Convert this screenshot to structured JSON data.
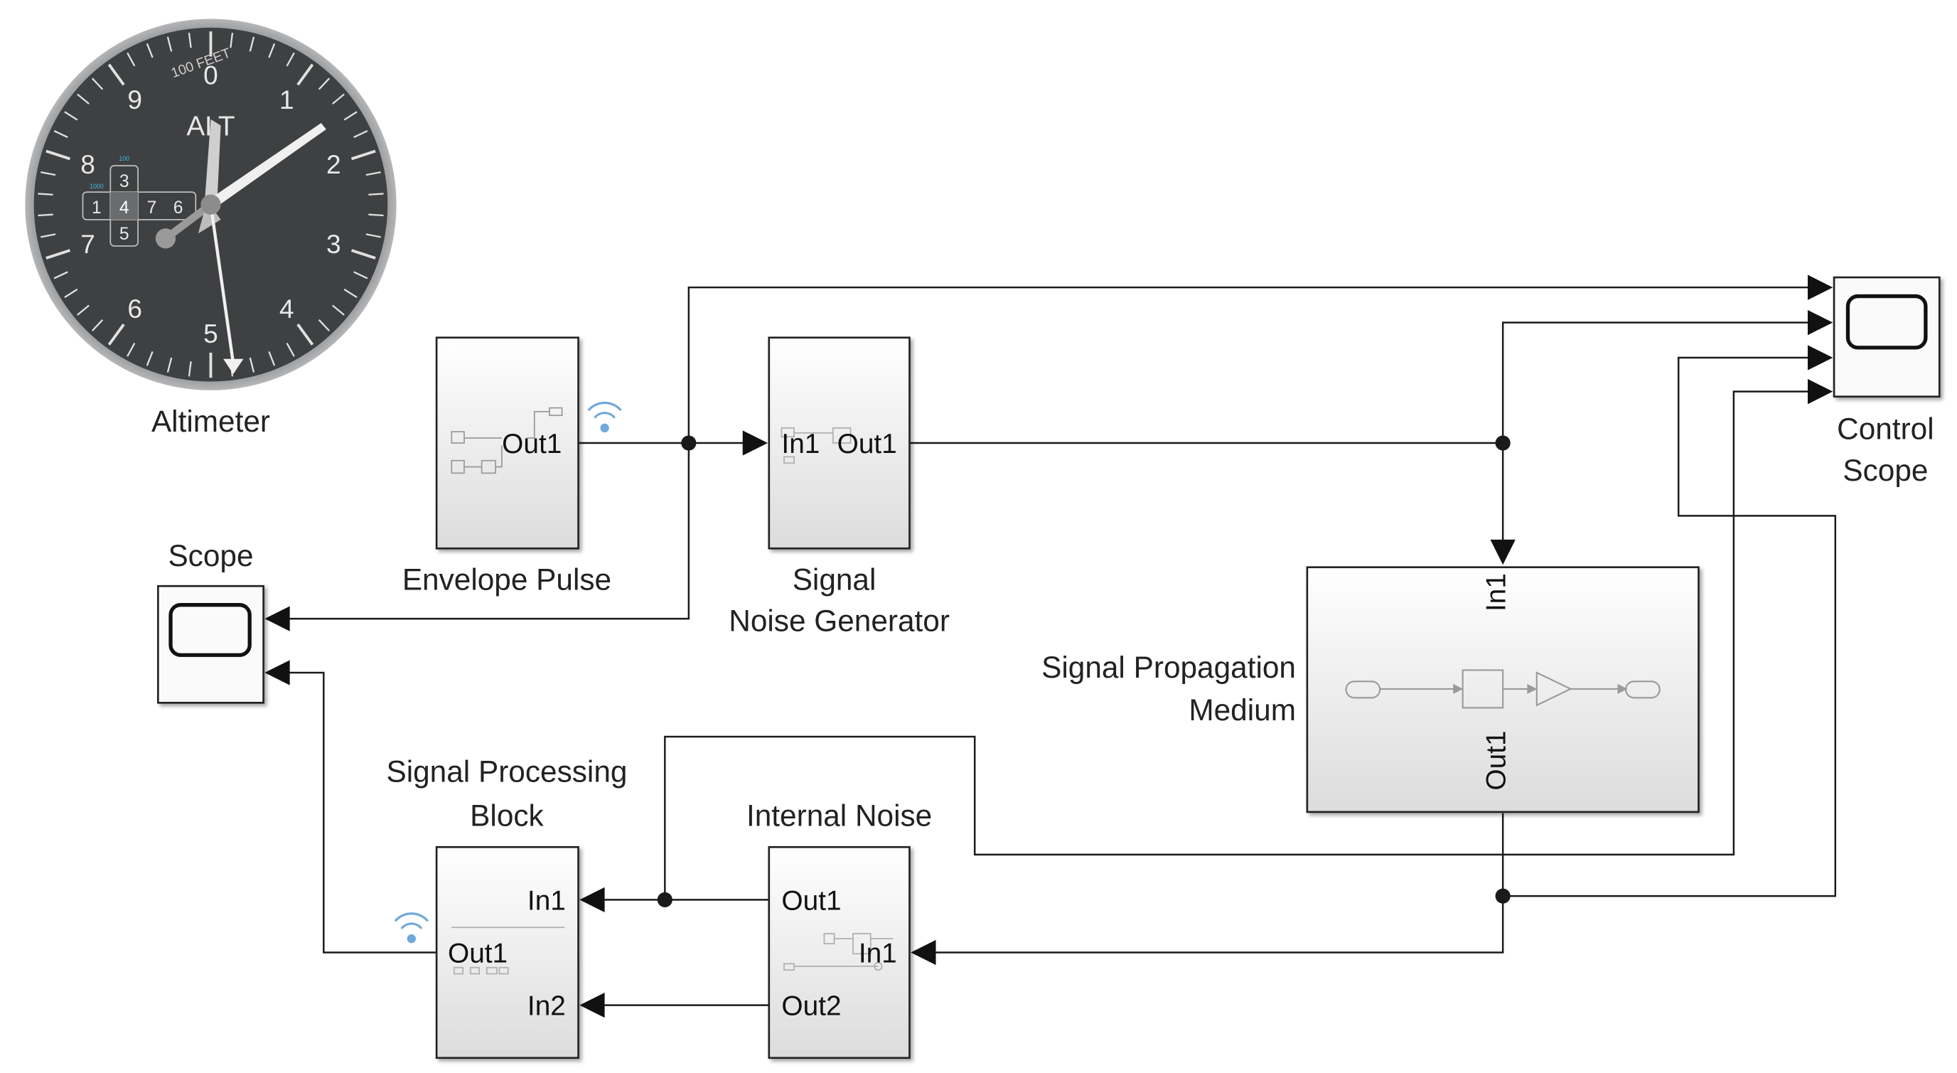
{
  "altimeter": {
    "label": "Altimeter",
    "scale_label": "100 FEET",
    "center_label": "ALT",
    "dial_numbers": [
      "0",
      "1",
      "2",
      "3",
      "4",
      "5",
      "6",
      "7",
      "8",
      "9"
    ],
    "counter": {
      "top": "3",
      "left": "1",
      "center": "4",
      "right1": "7",
      "right2": "6",
      "bottom": "5"
    },
    "counter_marks": [
      "100",
      "1000"
    ],
    "colors": {
      "face": "#3f4042",
      "bezel": "#8a8b8d",
      "needle": "#d6d6d6",
      "counter_mark": "#3fb6e6"
    }
  },
  "blocks": {
    "envelope_pulse": {
      "label": "Envelope Pulse",
      "ports": {
        "out": "Out1"
      }
    },
    "signal_noise_generator": {
      "label_line1": "Signal",
      "label_line2": "Noise Generator",
      "ports": {
        "in": "In1",
        "out": "Out1"
      }
    },
    "control_scope": {
      "label_line1": "Control",
      "label_line2": "Scope"
    },
    "scope": {
      "label": "Scope"
    },
    "signal_propagation_medium": {
      "label_line1": "Signal Propagation",
      "label_line2": "Medium",
      "ports": {
        "in": "In1",
        "out": "Out1"
      }
    },
    "signal_processing_block": {
      "label_line1": "Signal Processing",
      "label_line2": "Block",
      "ports": {
        "in1": "In1",
        "out": "Out1",
        "in2": "In2"
      }
    },
    "internal_noise": {
      "label": "Internal Noise",
      "ports": {
        "out1": "Out1",
        "in": "In1",
        "out2": "Out2"
      }
    }
  },
  "colors": {
    "line": "#1a1a1a",
    "block_border": "#222222",
    "wireless_icon": "#6fa8dc",
    "block_fill_top": "#ffffff",
    "block_fill_bottom": "#dedede"
  }
}
